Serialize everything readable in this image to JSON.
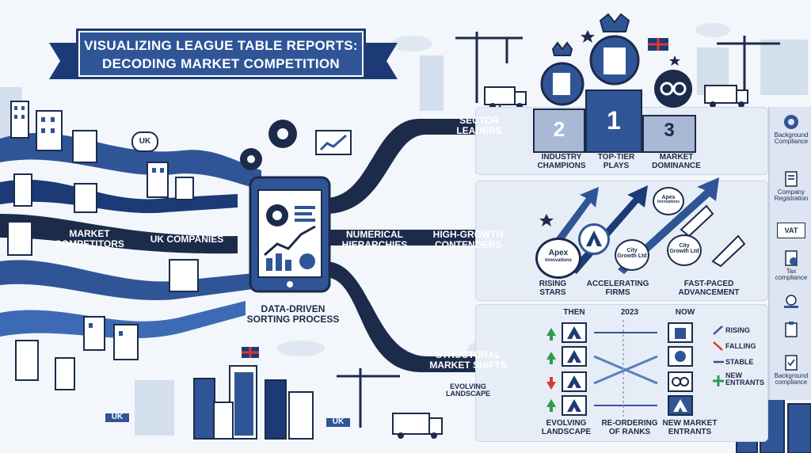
{
  "title": {
    "line1": "VISUALIZING LEAGUE TABLE REPORTS:",
    "line2": "DECODING MARKET COMPETITION"
  },
  "left": {
    "market_competitors": "MARKET\nCOMPETITORS",
    "uk_companies": "UK COMPANIES",
    "uk_badge_top": "UK",
    "uk_truck_1": "UK",
    "uk_truck_2": "UK"
  },
  "center": {
    "process_label": "DATA-DRIVEN\nSORTING PROCESS",
    "numerical": "NUMERICAL\nHIERARCHIES"
  },
  "sector": {
    "label": "SECTOR\nLEADERS",
    "podium": [
      {
        "rank": "2",
        "caption": "INDUSTRY\nCHAMPIONS"
      },
      {
        "rank": "1",
        "caption": "TOP-TIER\nPLAYS"
      },
      {
        "rank": "3",
        "caption": "MARKET\nDOMINANCE"
      }
    ]
  },
  "growth": {
    "label": "HIGH-GROWTH\nCONTENDERS",
    "logos": {
      "apex_big": "Apex",
      "apex_big_sub": "Innovations",
      "apex_small": "Apex",
      "apex_small_sub": "Innovations",
      "city_a": "City\nGrowth Ltd",
      "city_b": "City\nGrowth Ltd"
    },
    "captions": [
      "RISING\nSTARS",
      "ACCELERATING\nFIRMS",
      "FAST-PACED\nADVANCEMENT"
    ]
  },
  "shifts": {
    "label": "STRUCTURAL\nMARKET SHIFTS",
    "sub": "EVOLVING\nLANDSCAPE",
    "then": "THEN",
    "year": "2023",
    "now": "NOW",
    "legend": [
      {
        "label": "RISING",
        "color": "#2f5597"
      },
      {
        "label": "FALLING",
        "color": "#d63b2f"
      },
      {
        "label": "STABLE",
        "color": "#2f5597"
      },
      {
        "label": "NEW\nENTRANTS",
        "color": "#2e9b4f"
      }
    ],
    "captions": [
      "EVOLVING\nLANDSCAPE",
      "RE-ORDERING\nOF RANKS",
      "NEW MARKET\nENTRANTS"
    ]
  },
  "sidebar": [
    {
      "label": "Background\nCompliance",
      "icon": "gear-icon"
    },
    {
      "label": "Company\nRegistration",
      "icon": "document-icon"
    },
    {
      "label": "VAT",
      "icon": "vat-icon"
    },
    {
      "label": "Tax\ncompliance",
      "icon": "tax-icon"
    },
    {
      "label": "",
      "icon": "money-hand-icon"
    },
    {
      "label": "",
      "icon": "clipboard-icon"
    },
    {
      "label": "Background\ncompliance",
      "icon": "checklist-icon"
    }
  ],
  "colors": {
    "navy": "#1c2b4a",
    "blue": "#2f5597",
    "light": "#e7edf6"
  }
}
